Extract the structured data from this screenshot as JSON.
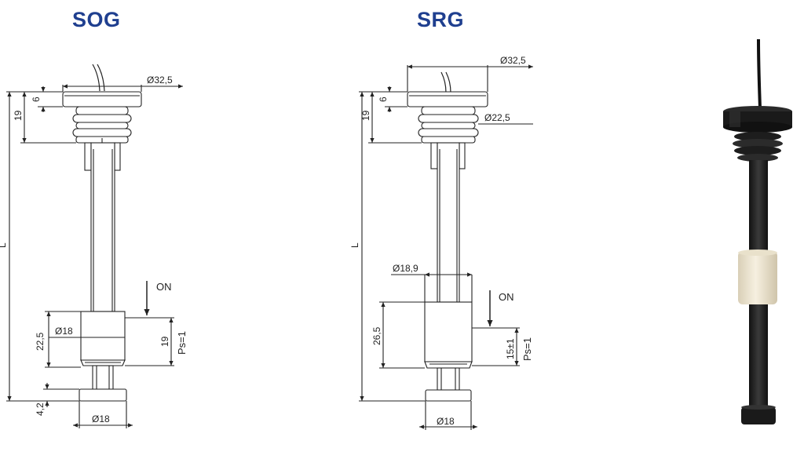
{
  "sog": {
    "title": "SOG",
    "dims": {
      "head_diameter": "Ø32,5",
      "cap_height": "6",
      "thread_height": "19",
      "length": "L",
      "float_diameter": "Ø18",
      "float_height": "22,5",
      "switch_travel": "19",
      "switch_label": "Ps=1",
      "bottom_height": "4,2",
      "bottom_diameter": "Ø18",
      "on_label": "ON"
    }
  },
  "srg": {
    "title": "SRG",
    "dims": {
      "head_diameter": "Ø32,5",
      "thread_diameter": "Ø22,5",
      "cap_height": "6",
      "thread_height": "19",
      "length": "L",
      "float_diameter": "Ø18,9",
      "float_height": "26,5",
      "switch_travel": "15±1",
      "switch_label": "Ps=1",
      "bottom_diameter": "Ø18",
      "on_label": "ON"
    }
  },
  "colors": {
    "title": "#1f3f8f",
    "line": "#222222",
    "sensor_body": "#1e1e1e",
    "float": "#efe7d2"
  }
}
